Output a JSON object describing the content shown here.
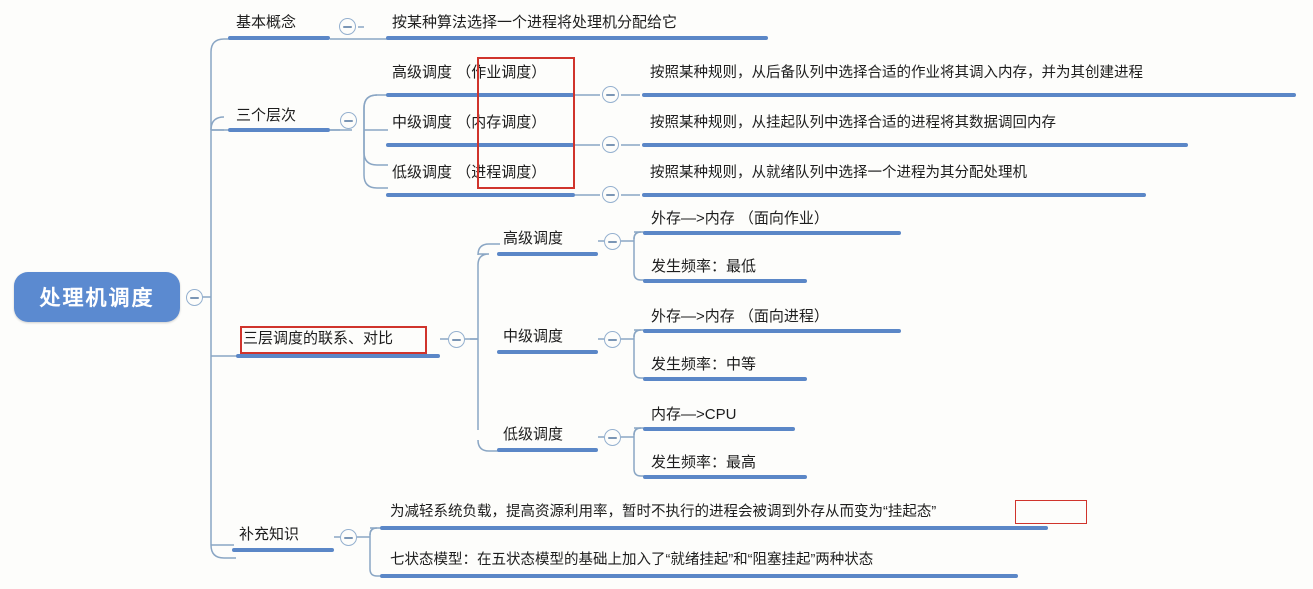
{
  "meta": {
    "kind": "mindmap",
    "title": "处理机调度",
    "colors": {
      "root_fill": "#5b8ad0",
      "root_text": "#ffffff",
      "underline": "#5b87c7",
      "connector": "#8aa6c4",
      "annotation_red": "#d0342c",
      "background": "#fdfdfb",
      "text": "#1d1d1d"
    }
  },
  "root": {
    "label": "处理机调度",
    "toggle_icon": "minus-circle-icon"
  },
  "branches": [
    {
      "id": "basic",
      "label": "基本概念",
      "toggle_icon": "minus-circle-icon",
      "children": [
        {
          "id": "basic-d1",
          "label": "按某种算法选择一个进程将处理机分配给它"
        }
      ]
    },
    {
      "id": "levels",
      "label": "三个层次",
      "toggle_icon": "minus-circle-icon",
      "children": [
        {
          "id": "high",
          "label_main": "高级调度",
          "label_paren": "（作业调度）",
          "toggle_icon": "minus-circle-icon",
          "detail": "按照某种规则，从后备队列中选择合适的作业将其调入内存，并为其创建进程"
        },
        {
          "id": "mid",
          "label_main": "中级调度",
          "label_paren": "（内存调度）",
          "toggle_icon": "minus-circle-icon",
          "detail": "按照某种规则，从挂起队列中选择合适的进程将其数据调回内存"
        },
        {
          "id": "low",
          "label_main": "低级调度",
          "label_paren": "（进程调度）",
          "toggle_icon": "minus-circle-icon",
          "detail": "按照某种规则，从就绪队列中选择一个进程为其分配处理机"
        }
      ]
    },
    {
      "id": "compare",
      "label": "三层调度的联系、对比",
      "toggle_icon": "minus-circle-icon",
      "children": [
        {
          "id": "cmp-high",
          "label": "高级调度",
          "toggle_icon": "minus-circle-icon",
          "items": [
            "外存—>内存 （面向作业）",
            "发生频率：最低"
          ]
        },
        {
          "id": "cmp-mid",
          "label": "中级调度",
          "toggle_icon": "minus-circle-icon",
          "items": [
            "外存—>内存 （面向进程）",
            "发生频率：中等"
          ]
        },
        {
          "id": "cmp-low",
          "label": "低级调度",
          "toggle_icon": "minus-circle-icon",
          "items": [
            "内存—>CPU",
            "发生频率：最高"
          ]
        }
      ]
    },
    {
      "id": "extra",
      "label": "补充知识",
      "toggle_icon": "minus-circle-icon",
      "children": [
        {
          "id": "extra-1",
          "label": "为减轻系统负载，提高资源利用率，暂时不执行的进程会被调到外存从而变为“挂起态”"
        },
        {
          "id": "extra-2",
          "label": "七状态模型：在五状态模型的基础上加入了“就绪挂起”和“阻塞挂起”两种状态"
        }
      ]
    }
  ],
  "annotations": [
    {
      "id": "box-schedule-types",
      "target": "（作业调度）/（内存调度）/（进程调度）"
    },
    {
      "id": "box-compare-label",
      "target": "三层调度的联系、对比"
    },
    {
      "id": "box-suspended-state",
      "target": "“挂起态”"
    }
  ]
}
